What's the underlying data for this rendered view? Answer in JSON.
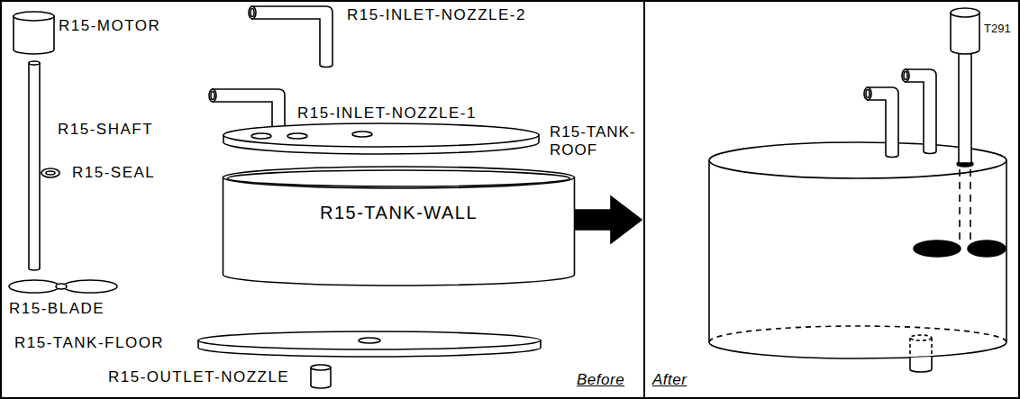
{
  "diagram": {
    "nodes": [
      {
        "text": [
          "R15-TANK-WALL"
        ]
      }
    ],
    "labels": [
      "R15-MOTOR",
      "R15-INLET-NOZZLE-2",
      "R15-SHAFT",
      "R15-INLET-NOZZLE-1",
      "R15-TANK-ROOF",
      "R15-SEAL",
      "R15-BLADE",
      "R15-TANK-FLOOR",
      "R15-OUTLET-NOZZLE",
      "Before",
      "After",
      "T291"
    ]
  }
}
